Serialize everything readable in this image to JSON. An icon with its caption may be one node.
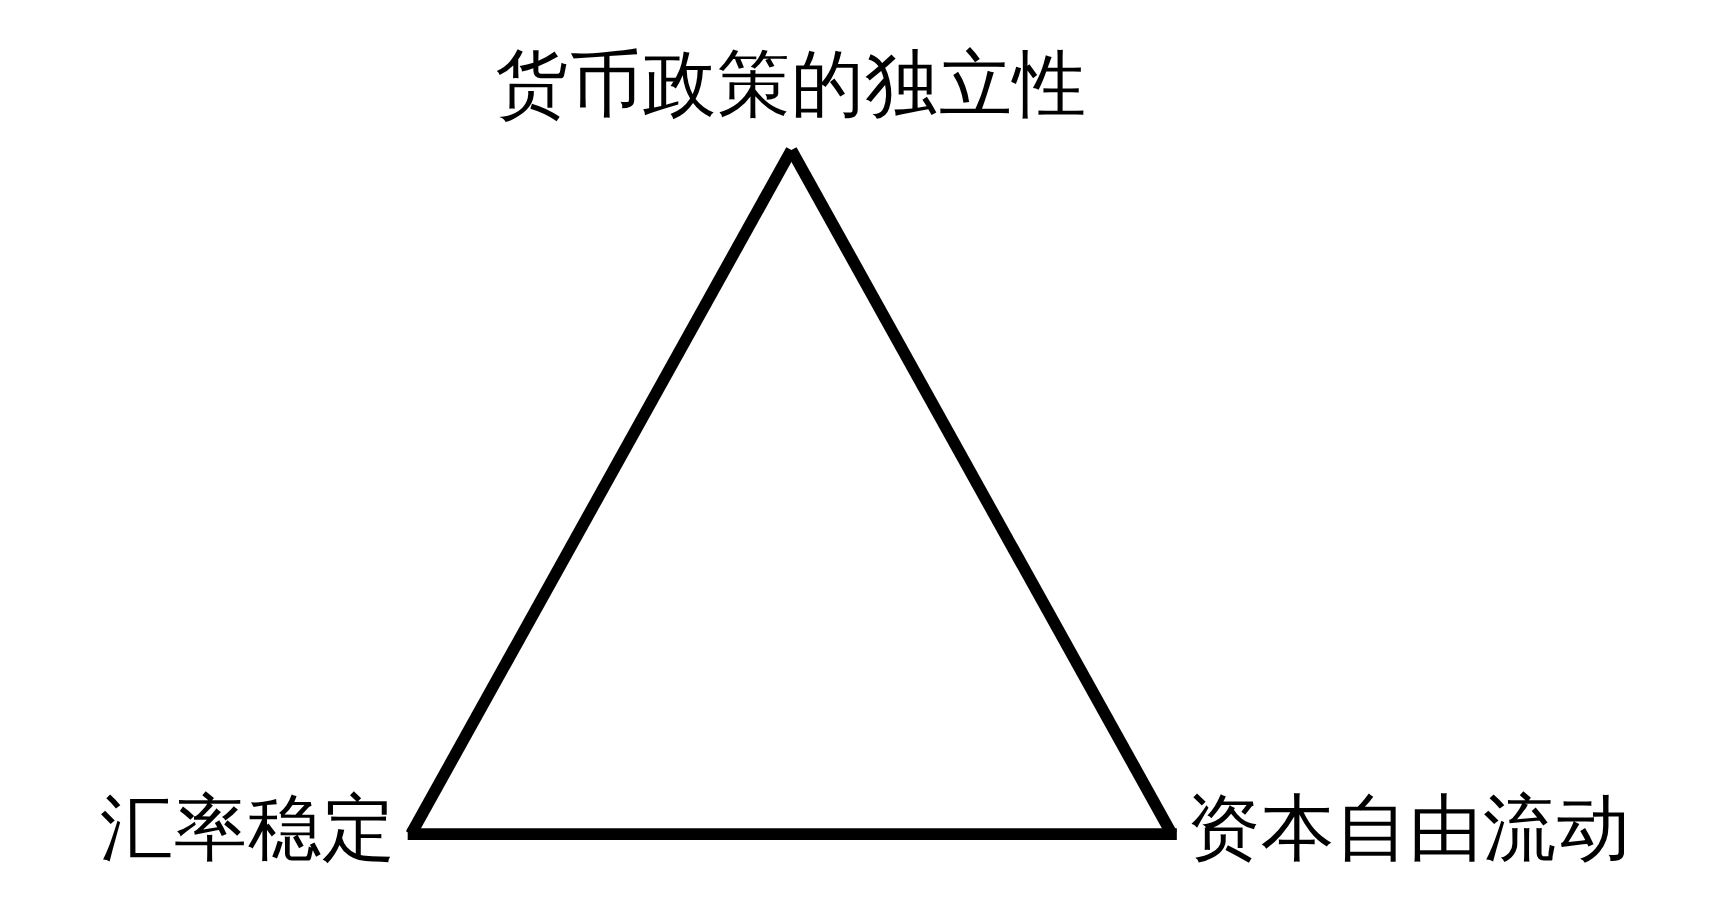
{
  "diagram": {
    "nodes": [
      {
        "text": [
          "货币政策的独立性"
        ]
      },
      {
        "text": [
          "汇率稳定"
        ]
      },
      {
        "text": [
          "资本自由流动"
        ]
      }
    ],
    "edges": [
      {
        "from": 0,
        "to": 1,
        "arrow": "none"
      },
      {
        "from": 0,
        "to": 2,
        "arrow": "none"
      },
      {
        "from": 1,
        "to": 2,
        "arrow": "none"
      }
    ]
  }
}
